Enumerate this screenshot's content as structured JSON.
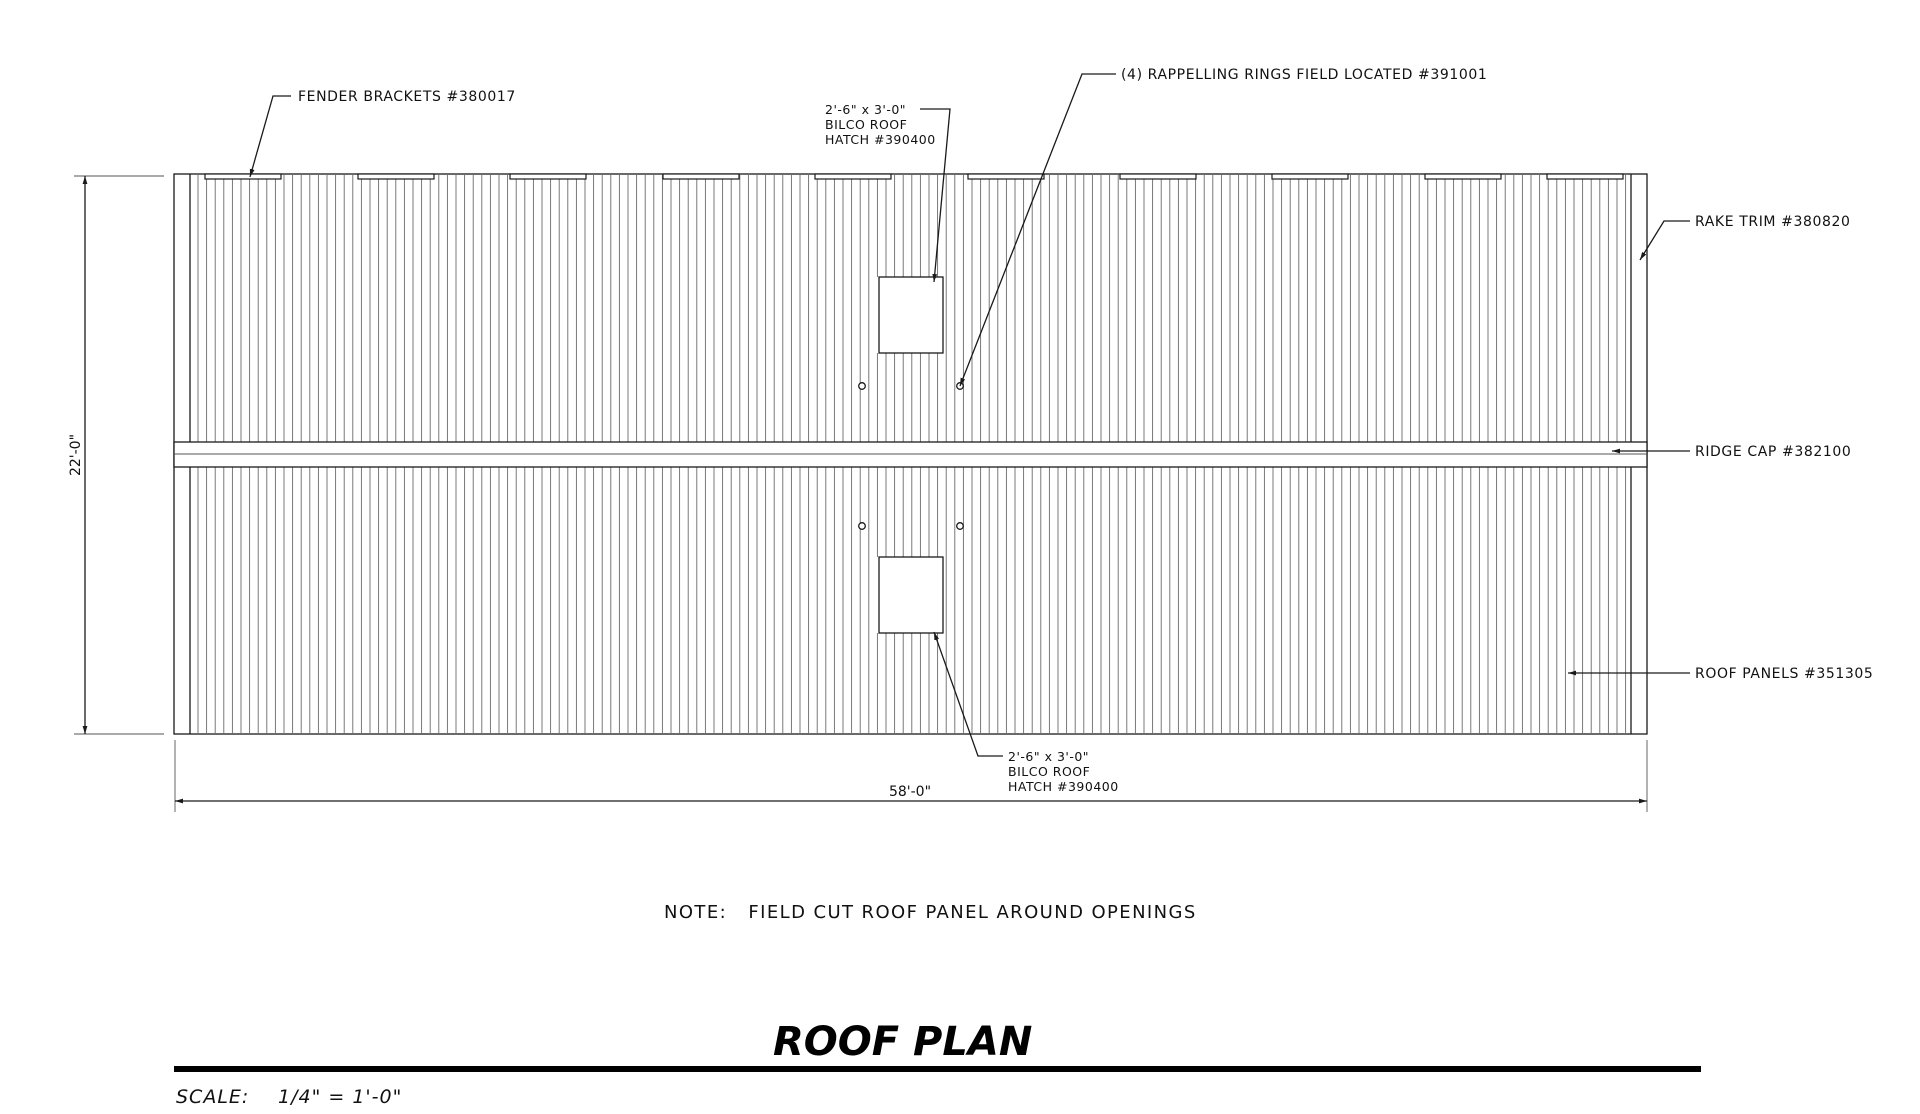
{
  "labels": {
    "fender_brackets": "FENDER BRACKETS #380017",
    "rappelling_rings": "(4) RAPPELLING RINGS FIELD LOCATED #391001",
    "hatch_top": [
      "2'-6\" x 3'-0\"",
      "BILCO ROOF",
      "HATCH #390400"
    ],
    "hatch_bottom": [
      "2'-6\" x 3'-0\"",
      "BILCO ROOF",
      "HATCH #390400"
    ],
    "rake_trim": "RAKE TRIM #380820",
    "ridge_cap": "RIDGE CAP #382100",
    "roof_panels": "ROOF PANELS #351305"
  },
  "dimensions": {
    "height": "22'-0\"",
    "width": "58'-0\""
  },
  "note": "NOTE:   FIELD CUT ROOF PANEL AROUND OPENINGS",
  "title": "ROOF PLAN",
  "scale": {
    "label": "SCALE:",
    "value": "1/4\" = 1'-0\""
  }
}
